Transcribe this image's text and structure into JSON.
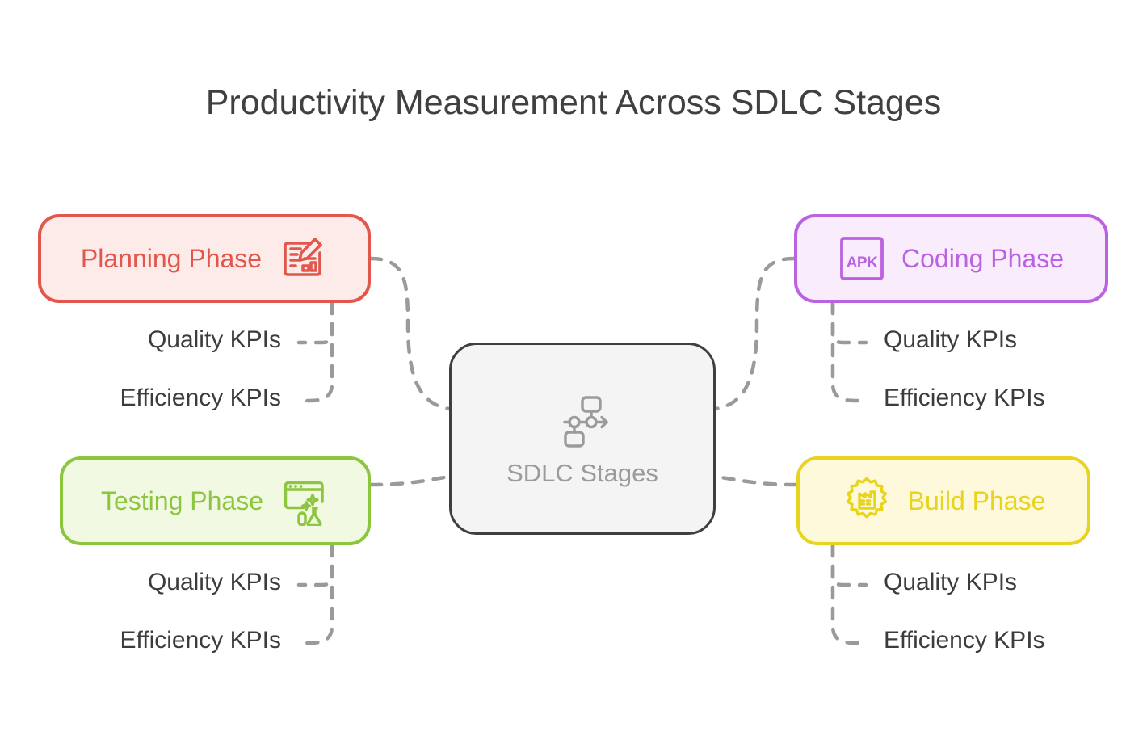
{
  "title": "Productivity Measurement Across SDLC Stages",
  "center": {
    "label": "SDLC Stages",
    "icon": "workflow-diagram-icon",
    "border_color": "#3f3f3f",
    "fill_color": "#f4f4f4",
    "text_color": "#9b9b9b"
  },
  "kpi_labels": {
    "quality": "Quality KPIs",
    "efficiency": "Efficiency KPIs"
  },
  "branches": [
    {
      "id": "planning",
      "label": "Planning Phase",
      "icon": "blueprint-pencil-icon",
      "position": "top-left",
      "accent_color": "#e2574c",
      "fill_color": "#fdebea",
      "kpis": [
        "Quality KPIs",
        "Efficiency KPIs"
      ]
    },
    {
      "id": "coding",
      "label": "Coding Phase",
      "icon": "apk-package-icon",
      "position": "top-right",
      "accent_color": "#bb62e0",
      "fill_color": "#f9ecfd",
      "kpis": [
        "Quality KPIs",
        "Efficiency KPIs"
      ]
    },
    {
      "id": "testing",
      "label": "Testing Phase",
      "icon": "browser-flask-icon",
      "position": "bottom-left",
      "accent_color": "#8cc63f",
      "fill_color": "#f2f9e2",
      "kpis": [
        "Quality KPIs",
        "Efficiency KPIs"
      ]
    },
    {
      "id": "build",
      "label": "Build Phase",
      "icon": "gear-factory-icon",
      "position": "bottom-right",
      "accent_color": "#e8d41c",
      "fill_color": "#fdf9da",
      "kpis": [
        "Quality KPIs",
        "Efficiency KPIs"
      ]
    }
  ],
  "theme": {
    "background": "#ffffff",
    "title_color": "#404040",
    "connector_color": "#9a9a9a",
    "kpi_text_color": "#3c3c3c"
  },
  "chart_data": {
    "type": "diagram",
    "diagram_type": "mind-map",
    "title": "Productivity Measurement Across SDLC Stages",
    "root": "SDLC Stages",
    "nodes": [
      {
        "name": "Planning Phase",
        "children": [
          "Quality KPIs",
          "Efficiency KPIs"
        ]
      },
      {
        "name": "Coding Phase",
        "children": [
          "Quality KPIs",
          "Efficiency KPIs"
        ]
      },
      {
        "name": "Testing Phase",
        "children": [
          "Quality KPIs",
          "Efficiency KPIs"
        ]
      },
      {
        "name": "Build Phase",
        "children": [
          "Quality KPIs",
          "Efficiency KPIs"
        ]
      }
    ]
  }
}
